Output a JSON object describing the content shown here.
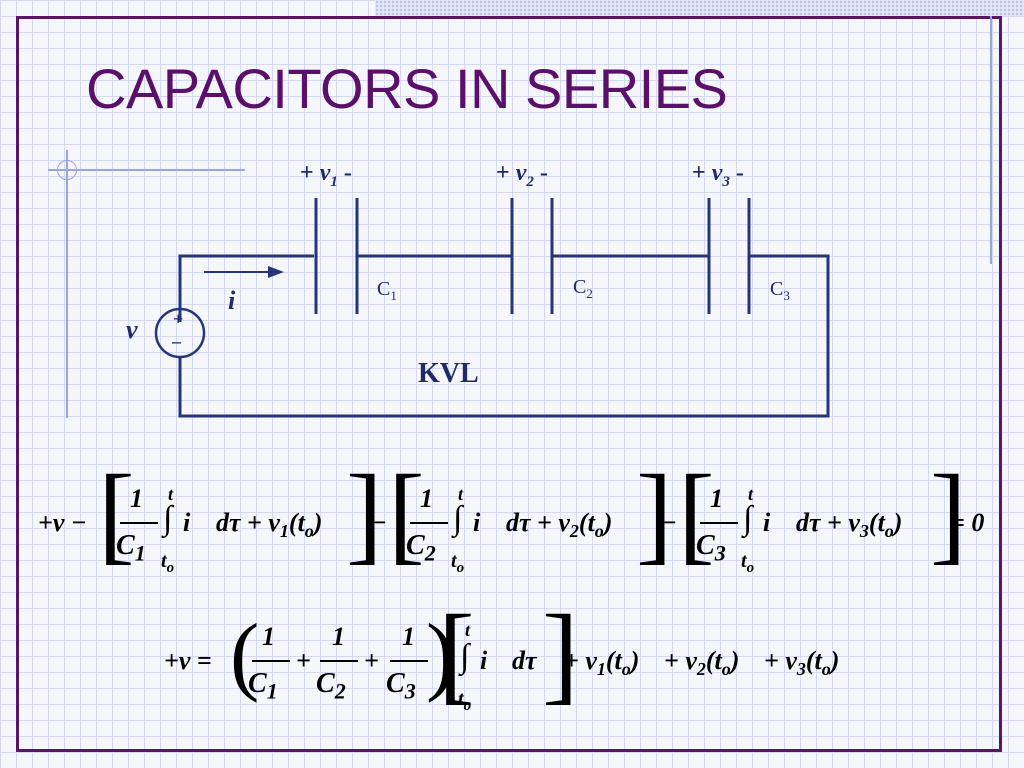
{
  "slide": {
    "title": "CAPACITORS IN SERIES",
    "frame_color": "#5a1660",
    "title_color": "#5a0f6a",
    "circuit_color": "#26347a"
  },
  "circuit": {
    "voltage_labels": [
      {
        "prefix": "+ ",
        "var": "v",
        "sub": "1",
        "suffix": " -"
      },
      {
        "prefix": "+ ",
        "var": "v",
        "sub": "2",
        "suffix": " -"
      },
      {
        "prefix": "+ ",
        "var": "v",
        "sub": "3",
        "suffix": " -"
      }
    ],
    "capacitors": [
      {
        "name": "C",
        "sub": "1"
      },
      {
        "name": "C",
        "sub": "2"
      },
      {
        "name": "C",
        "sub": "3"
      }
    ],
    "current_label": "i",
    "source_label": "v",
    "source_plus": "+",
    "source_minus": "–",
    "loop_label": "KVL"
  },
  "equations": {
    "eq1": {
      "start": "+v −",
      "terms": [
        {
          "num": "1",
          "den": "C",
          "den_sub": "1",
          "upper": "t",
          "lower": "t",
          "lower_sub": "o",
          "integrand": "i",
          "rest_a": "dτ + v",
          "rest_sub": "1",
          "rest_b": "(t",
          "rest_b_sub": "o",
          "rest_c": ")"
        },
        {
          "num": "1",
          "den": "C",
          "den_sub": "2",
          "upper": "t",
          "lower": "t",
          "lower_sub": "o",
          "integrand": "i",
          "rest_a": "dτ + v",
          "rest_sub": "2",
          "rest_b": "(t",
          "rest_b_sub": "o",
          "rest_c": ")"
        },
        {
          "num": "1",
          "den": "C",
          "den_sub": "3",
          "upper": "t",
          "lower": "t",
          "lower_sub": "o",
          "integrand": "i",
          "rest_a": "dτ + v",
          "rest_sub": "3",
          "rest_b": "(t",
          "rest_b_sub": "o",
          "rest_c": ")"
        }
      ],
      "minus": "−",
      "end": "= 0"
    },
    "eq2": {
      "lhs": "+v =",
      "fractions": [
        {
          "num": "1",
          "den": "C",
          "den_sub": "1"
        },
        {
          "num": "1",
          "den": "C",
          "den_sub": "2"
        },
        {
          "num": "1",
          "den": "C",
          "den_sub": "3"
        }
      ],
      "plus": "+",
      "integral": {
        "upper": "t",
        "lower": "t",
        "lower_sub": "o",
        "integrand": "i",
        "diff": "dτ"
      },
      "tail": [
        {
          "pre": "+ v",
          "sub": "1",
          "mid": "(t",
          "mid_sub": "o",
          "end": ")"
        },
        {
          "pre": "+ v",
          "sub": "2",
          "mid": "(t",
          "mid_sub": "o",
          "end": ")"
        },
        {
          "pre": "+ v",
          "sub": "3",
          "mid": "(t",
          "mid_sub": "o",
          "end": ")"
        }
      ]
    }
  }
}
